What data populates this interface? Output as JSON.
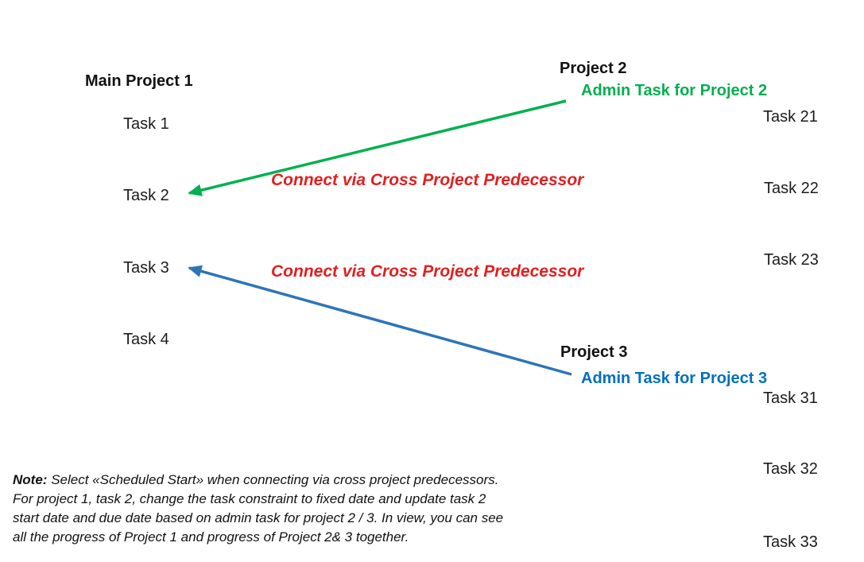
{
  "colors": {
    "green": "#00B050",
    "blue_text": "#0070C0",
    "blue_arrow": "#2E75B6",
    "red": "#E02020",
    "text": "#1c1c1c"
  },
  "main_project": {
    "title": "Main Project 1",
    "tasks": [
      "Task 1",
      "Task 2",
      "Task 3",
      "Task 4"
    ]
  },
  "project2": {
    "title": "Project 2",
    "admin_task": "Admin Task for Project 2",
    "tasks": [
      "Task 21",
      "Task 22",
      "Task 23"
    ]
  },
  "project3": {
    "title": "Project 3",
    "admin_task": "Admin Task for Project 3",
    "tasks": [
      "Task 31",
      "Task 32",
      "Task 33"
    ]
  },
  "connections": [
    {
      "label": "Connect via Cross Project Predecessor",
      "from": "Admin Task for Project 2",
      "to": "Task 2",
      "color": "#00B050"
    },
    {
      "label": "Connect via Cross Project Predecessor",
      "from": "Admin Task for Project 3",
      "to": "Task 3",
      "color": "#2E75B6"
    }
  ],
  "note": {
    "label": "Note:",
    "lines": [
      "Select «Scheduled Start» when connecting via cross project predecessors.",
      "For project 1, task 2, change the task constraint to fixed date and update task 2",
      "start date and due date based on admin task for project 2 / 3. In view, you can see",
      "all the progress of Project 1 and progress of Project 2& 3 together."
    ]
  }
}
